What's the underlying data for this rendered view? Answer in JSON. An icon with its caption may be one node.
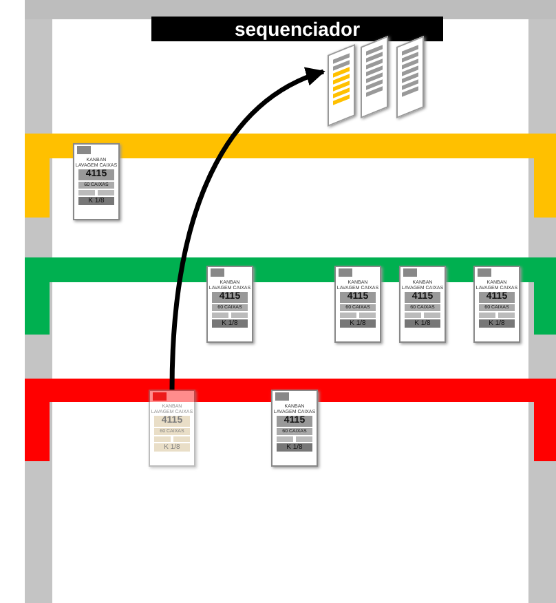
{
  "diagram": {
    "nodes": [
      {
        "text": [
          "sequenciador"
        ]
      },
      {
        "text": [],
        "shape": "picture"
      },
      {
        "text": [],
        "shape": "picture"
      },
      {
        "text": [],
        "shape": "picture"
      },
      {
        "text": [
          "KANBAN",
          "LAVAGEM CAIXAS",
          "4115",
          "60 CAIXAS",
          "K 1/8"
        ]
      },
      {
        "text": [
          "KANBAN",
          "LAVAGEM CAIXAS",
          "4115",
          "60 CAIXAS",
          "K 1/8"
        ]
      },
      {
        "text": [
          "KANBAN",
          "LAVAGEM CAIXAS",
          "4115",
          "60 CAIXAS",
          "K 1/8"
        ]
      },
      {
        "text": [
          "KANBAN",
          "LAVAGEM CAIXAS",
          "4115",
          "60 CAIXAS",
          "K 1/8"
        ]
      },
      {
        "text": [
          "KANBAN",
          "LAVAGEM CAIXAS",
          "4115",
          "60 CAIXAS",
          "K 1/8"
        ]
      },
      {
        "text": [
          "KANBAN",
          "LAVAGEM CAIXAS",
          "4115",
          "60 CAIXAS",
          "K 1/8"
        ]
      },
      {
        "text": [
          "KANBAN",
          "LAVAGEM CAIXAS",
          "4115",
          "60 CAIXAS",
          "K 1/8"
        ]
      }
    ],
    "edges": [
      {
        "from": 9,
        "to": 1,
        "arrow": "to"
      }
    ]
  }
}
